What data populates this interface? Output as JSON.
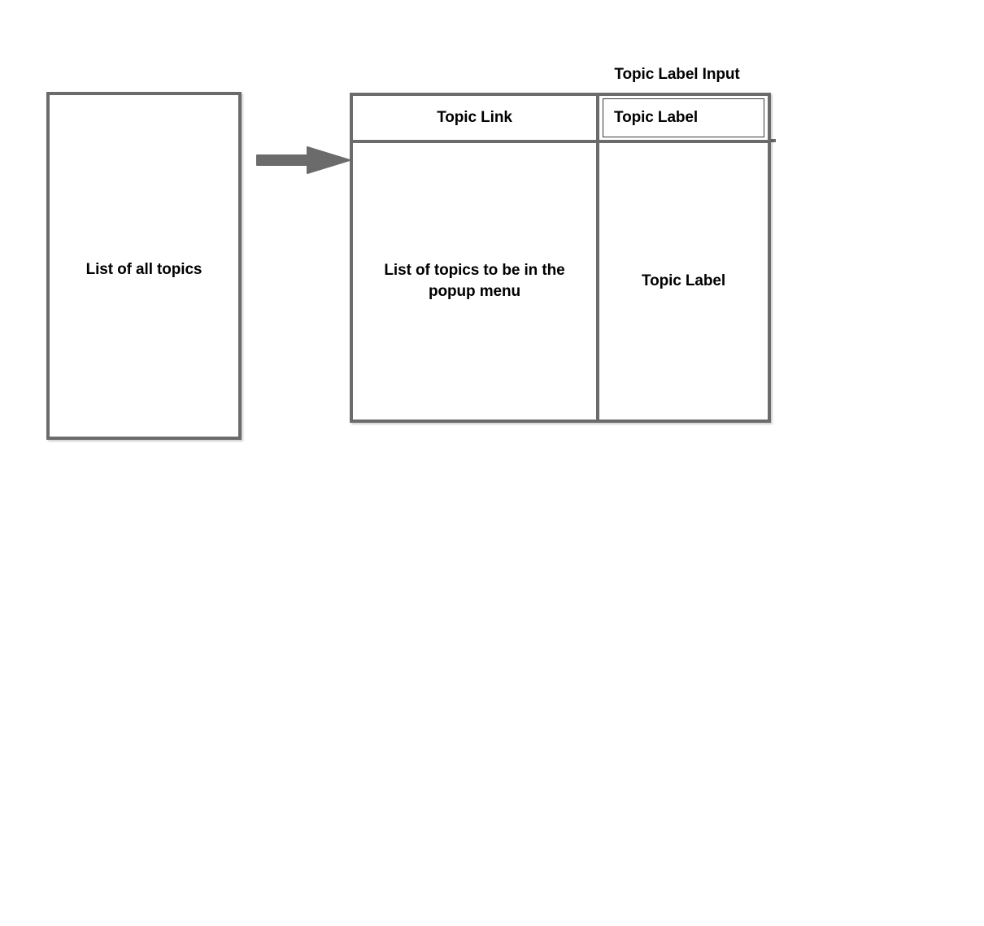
{
  "diagram": {
    "title_visible": false,
    "colors": {
      "border": "#6b6b6b",
      "arrow": "#6b6b6b",
      "input_border": "#3a3a3a",
      "text": "#000000",
      "background": "#ffffff"
    },
    "all_topics_panel": {
      "label": "List of all topics"
    },
    "arrow": {
      "icon": "right-arrow-icon",
      "direction": "right"
    },
    "popup_table": {
      "header": {
        "topic_link_label": "Topic Link",
        "topic_label_input_value": "Topic Label",
        "topic_label_input_placeholder": "Topic Label"
      },
      "body": {
        "topic_list_label": "List of topics to be in the popup menu",
        "topic_label_label": "Topic Label"
      }
    },
    "annotations": {
      "topic_label_input": "Topic Label Input"
    }
  }
}
